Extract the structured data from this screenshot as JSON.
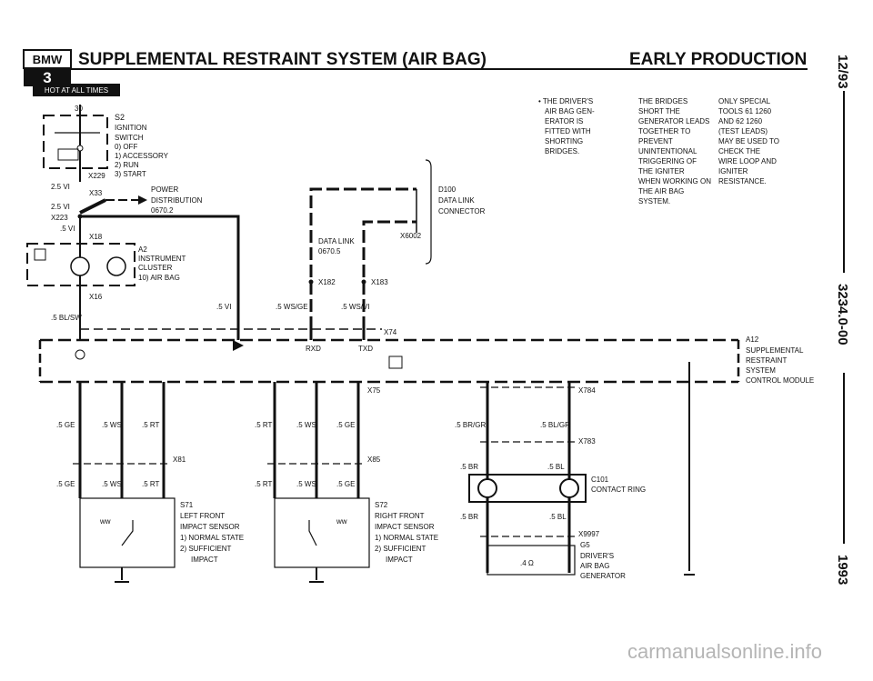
{
  "header": {
    "brand": "BMW",
    "series": "3",
    "title": "SUPPLEMENTAL RESTRAINT SYSTEM (AIR BAG)",
    "subtitle": "EARLY PRODUCTION",
    "hot_label": "HOT AT ALL TIMES"
  },
  "side": {
    "date": "12/93",
    "code": "3234.0-00",
    "year": "1993"
  },
  "watermark": "carmanualsonline.info",
  "notes": {
    "col1": [
      "• THE DRIVER'S",
      "AIR BAG GEN-",
      "ERATOR IS",
      "FITTED WITH",
      "SHORTING",
      "BRIDGES."
    ],
    "col2": [
      "THE BRIDGES",
      "SHORT THE",
      "GENERATOR LEADS",
      "TOGETHER TO",
      "PREVENT",
      "UNINTENTIONAL",
      "TRIGGERING OF",
      "THE IGNITER",
      "WHEN WORKING ON",
      "THE AIR BAG",
      "SYSTEM."
    ],
    "col3": [
      "ONLY SPECIAL",
      "TOOLS 61 1260",
      "AND 62 1260",
      "(TEST LEADS)",
      "MAY BE USED TO",
      "CHECK THE",
      "WIRE LOOP AND",
      "IGNITER",
      "RESISTANCE."
    ]
  },
  "switch": {
    "id": "S2",
    "name": [
      "IGNITION",
      "SWITCH"
    ],
    "positions": [
      "0)  OFF",
      "1)  ACCESSORY",
      "2)  RUN",
      "3)  START"
    ],
    "terminal": "30"
  },
  "power_dist": {
    "label": "POWER",
    "line2": "DISTRIBUTION",
    "ref": "0670.2"
  },
  "cluster": {
    "id": "A2",
    "name": [
      "INSTRUMENT",
      "CLUSTER"
    ],
    "func": "10) AIR BAG"
  },
  "datalink": {
    "id": "D100",
    "name": [
      "DATA LINK",
      "CONNECTOR"
    ],
    "ref_label": "DATA LINK",
    "ref": "0670.5",
    "conn1": "X182",
    "conn2": "X183",
    "conn3": "X6002"
  },
  "module": {
    "id": "A12",
    "name": [
      "SUPPLEMENTAL",
      "RESTRAINT",
      "SYSTEM",
      "CONTROL MODULE"
    ]
  },
  "sensors": {
    "left": {
      "id": "S71",
      "name": [
        "LEFT FRONT",
        "IMPACT SENSOR"
      ],
      "states": [
        "1)  NORMAL STATE",
        "2)  SUFFICIENT",
        "IMPACT"
      ]
    },
    "right": {
      "id": "S72",
      "name": [
        "RIGHT FRONT",
        "IMPACT SENSOR"
      ],
      "states": [
        "1)  NORMAL STATE",
        "2)  SUFFICIENT",
        "IMPACT"
      ]
    }
  },
  "contact_ring": {
    "id": "C101",
    "name": "CONTACT RING"
  },
  "generator": {
    "id": "G5",
    "name": [
      "DRIVER'S",
      "AIR BAG",
      "GENERATOR"
    ],
    "resistance": ".4 Ω"
  },
  "labels": {
    "wire_25vi": "2.5 VI",
    "wire_5vi": ".5 VI",
    "wire_5blsw": ".5 BL/SW",
    "wire_5wsge": ".5 WS/GE",
    "wire_5wsvi": ".5 WS/VI",
    "ge": ".5 GE",
    "ws": ".5 WS",
    "rt": ".5 RT",
    "brgr": ".5 BR/GR",
    "blgr": ".5 BL/GR",
    "br": ".5 BR",
    "bl": ".5 BL",
    "x229": "X229",
    "x33": "X33",
    "x223": "X223",
    "x18": "X18",
    "x16": "X16",
    "x74": "X74",
    "x75": "X75",
    "x784": "X784",
    "x783": "X783",
    "x81": "X81",
    "x85": "X85",
    "x9997": "X9997",
    "rxd": "RXD",
    "txd": "TXD"
  }
}
